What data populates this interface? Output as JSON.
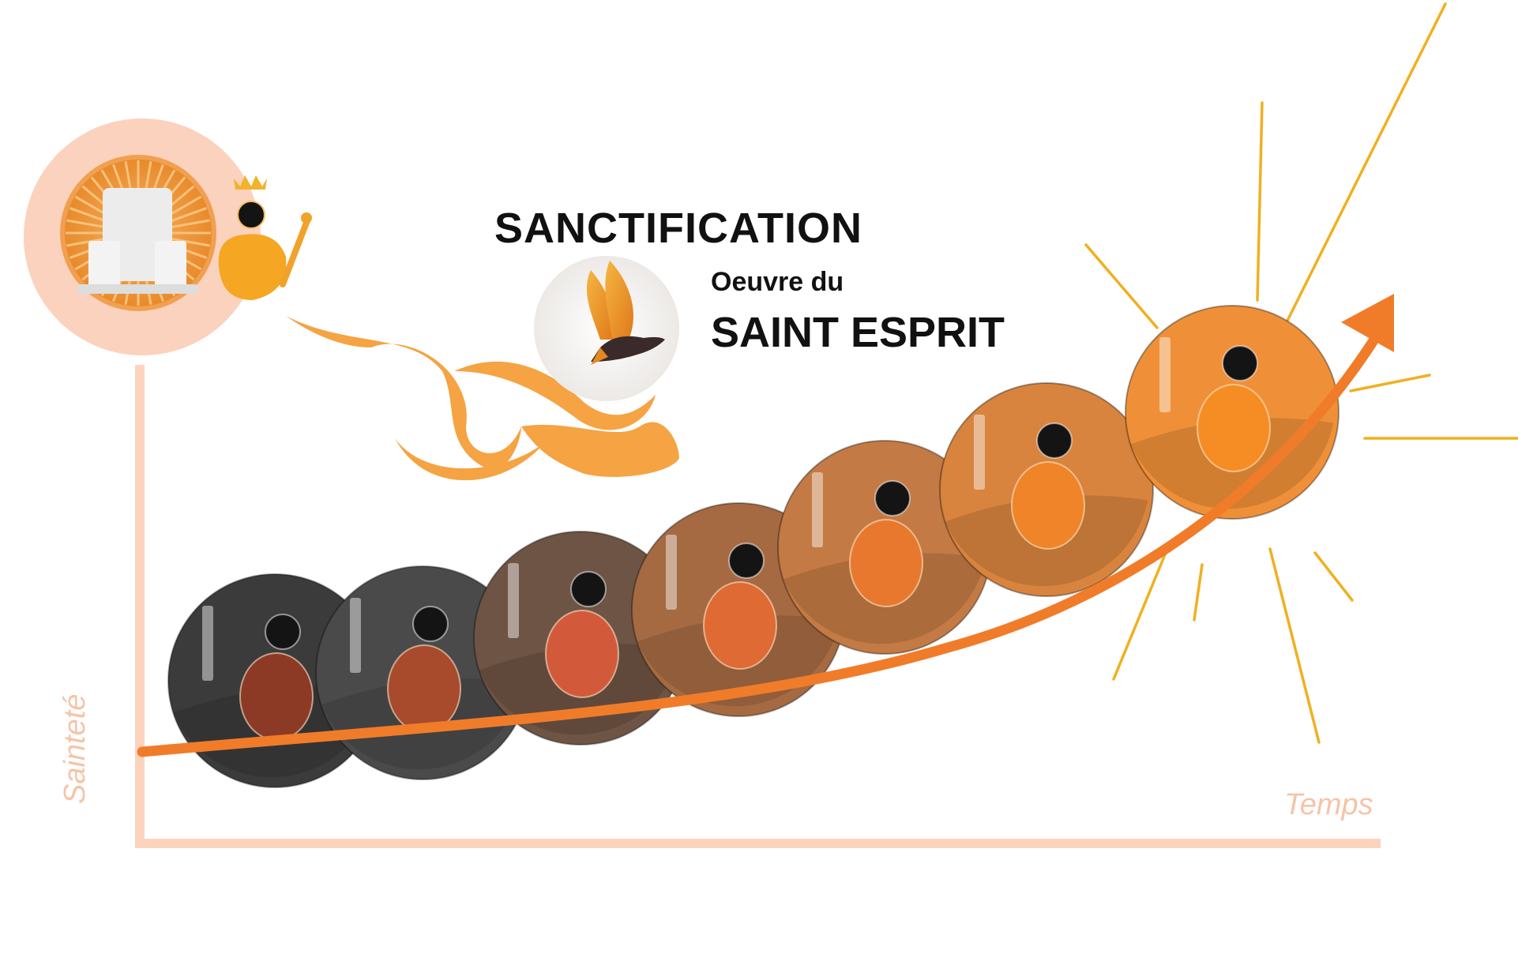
{
  "header": {
    "title": "SANCTIFICATION",
    "subtitle": "Oeuvre du",
    "spirit": "SAINT ESPRIT"
  },
  "axes": {
    "x_label": "Temps",
    "y_label": "Sainteté"
  },
  "stages": [
    {
      "color": "#3b3b3b",
      "body": "#8c3a26"
    },
    {
      "color": "#4a4a4a",
      "body": "#a84a2c"
    },
    {
      "color": "#6e5444",
      "body": "#d25a3a"
    },
    {
      "color": "#a56a42",
      "body": "#df6a34"
    },
    {
      "color": "#c47a44",
      "body": "#e8782e"
    },
    {
      "color": "#d8843e",
      "body": "#ef8428"
    },
    {
      "color": "#ef9038",
      "body": "#f58d24"
    }
  ],
  "colors": {
    "axis": "#fcd4bd",
    "curve": "#f07c2a",
    "rays": "#f0b020",
    "halo": "#fbd2bd",
    "head": "#141414"
  },
  "icons": [
    "throne-icon",
    "king-icon",
    "crown-icon",
    "scepter-icon",
    "dove-icon",
    "wind-swirl-icon",
    "sun-rays-icon",
    "growth-arrow-icon"
  ]
}
